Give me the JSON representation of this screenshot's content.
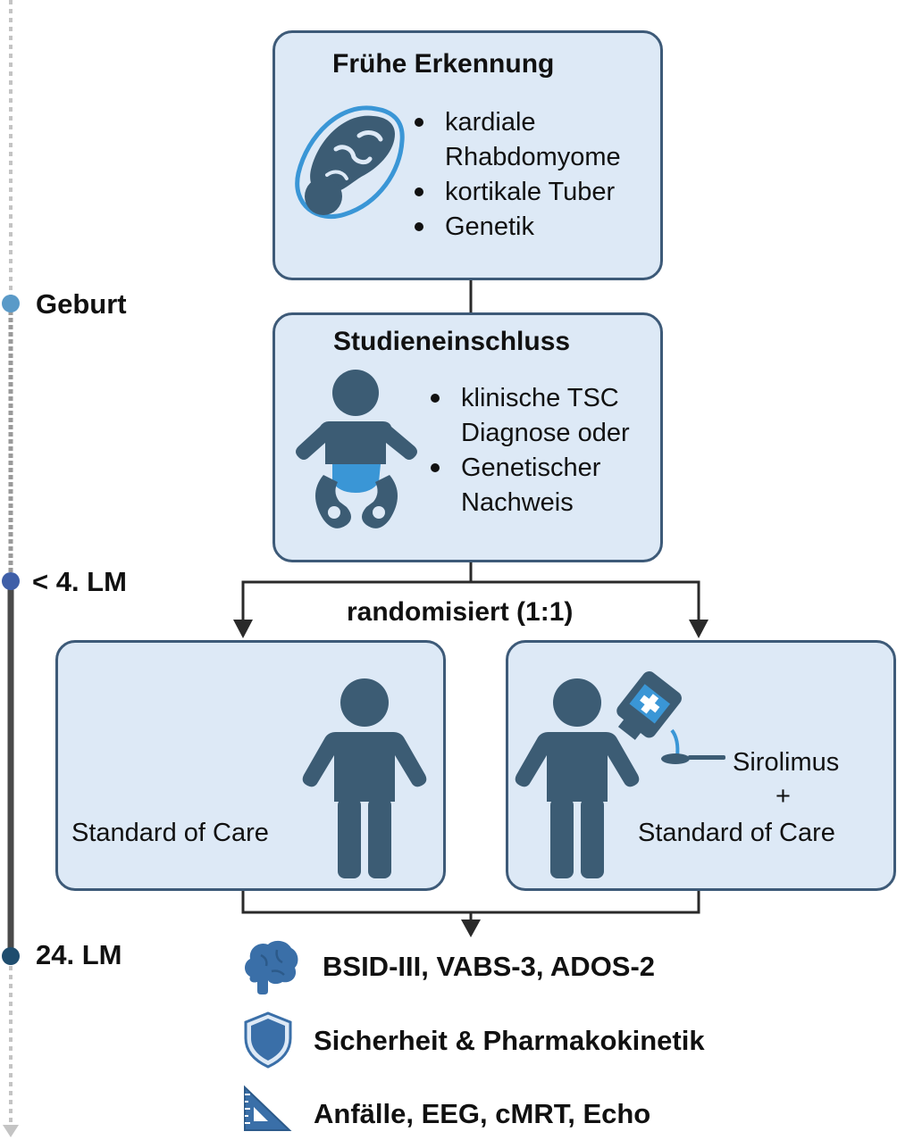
{
  "timeline": {
    "milestones": [
      {
        "label": "Geburt",
        "color": "#5a9ac8"
      },
      {
        "label": "< 4. LM",
        "color": "#3f5fa8"
      },
      {
        "label": "24. LM",
        "color": "#1f4d6e"
      }
    ]
  },
  "early": {
    "title": "Frühe Erkennung",
    "bullets": [
      {
        "lines": [
          "kardiale",
          "Rhabdomyome"
        ]
      },
      {
        "lines": [
          "kortikale Tuber"
        ]
      },
      {
        "lines": [
          "Genetik"
        ]
      }
    ]
  },
  "inclusion": {
    "title": "Studieneinschluss",
    "bullets": [
      {
        "lines": [
          "klinische TSC",
          "Diagnose oder"
        ]
      },
      {
        "lines": [
          "Genetischer",
          "Nachweis"
        ]
      }
    ]
  },
  "randomization": {
    "label": "randomisiert (1:1)"
  },
  "arms": {
    "control": {
      "label": "Standard of Care"
    },
    "treatment": {
      "drug": "Sirolimus",
      "plus": "+",
      "label": "Standard of Care"
    }
  },
  "outcomes": [
    {
      "icon": "brain-icon",
      "label": "BSID-III, VABS-3, ADOS-2"
    },
    {
      "icon": "shield-icon",
      "label": "Sicherheit & Pharmakokinetik"
    },
    {
      "icon": "ruler-triangle-icon",
      "label": "Anfälle, EEG, cMRT, Echo"
    }
  ],
  "colors": {
    "box_fill": "#dde9f6",
    "box_border": "#3d5a78",
    "figure": "#3c5c74",
    "accent": "#3a96d6"
  }
}
